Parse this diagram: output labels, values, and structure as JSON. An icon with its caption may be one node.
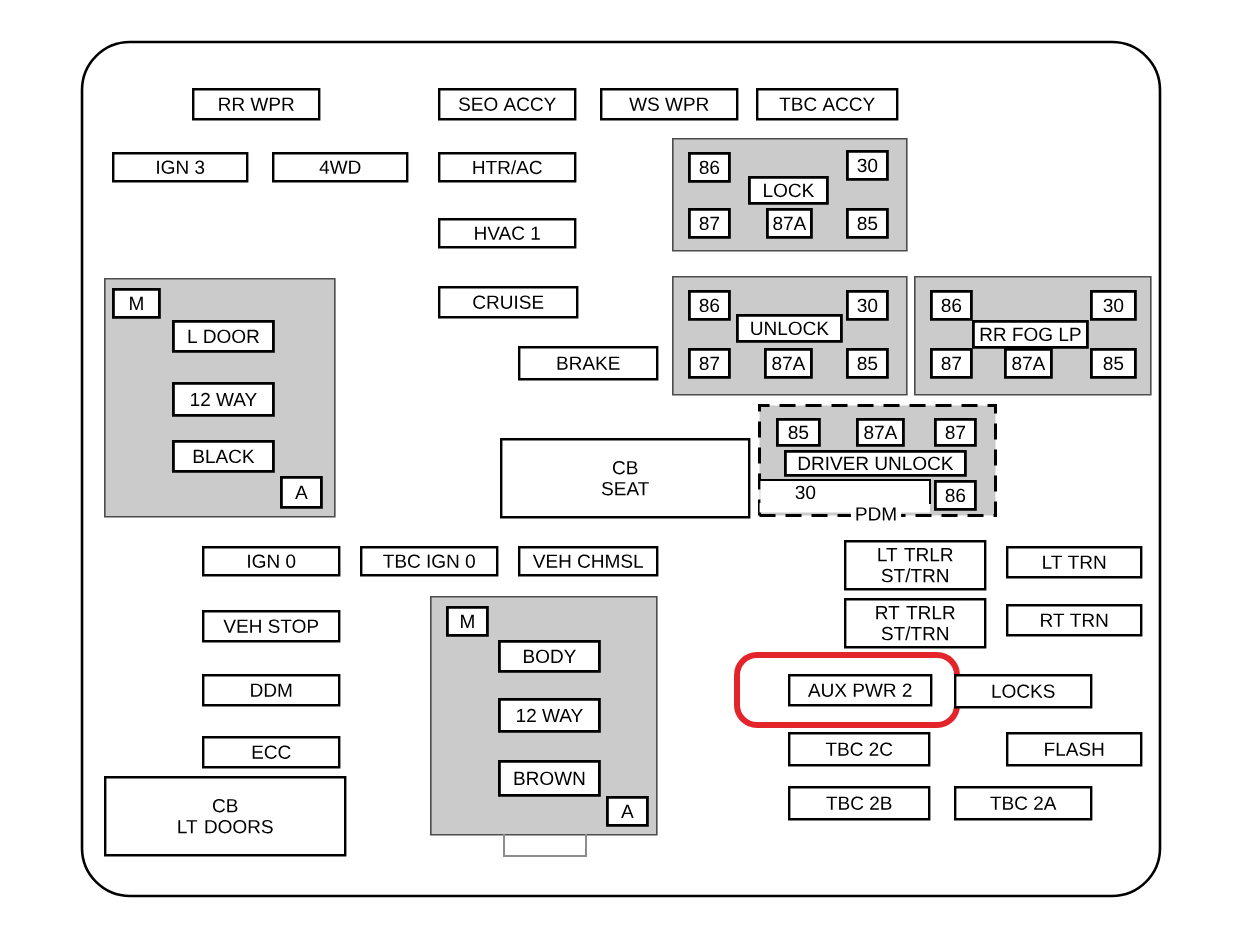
{
  "diagram": {
    "nodes": [
      {
        "text": [
          "RR WPR"
        ]
      },
      {
        "text": [
          "SEO ACCY"
        ]
      },
      {
        "text": [
          "WS WPR"
        ]
      },
      {
        "text": [
          "TBC ACCY"
        ]
      },
      {
        "text": [
          "IGN 3"
        ]
      },
      {
        "text": [
          "4WD"
        ]
      },
      {
        "text": [
          "HTR/AC"
        ]
      },
      {
        "text": [],
        "shape": "box"
      },
      {
        "text": [
          "86"
        ],
        "in": 7
      },
      {
        "text": [
          "30"
        ],
        "in": 7
      },
      {
        "text": [
          "LOCK"
        ],
        "in": 7
      },
      {
        "text": [
          "87"
        ],
        "in": 7
      },
      {
        "text": [
          "87A"
        ],
        "in": 7
      },
      {
        "text": [
          "85"
        ],
        "in": 7
      },
      {
        "text": [
          "HVAC 1"
        ]
      },
      {
        "text": [],
        "shape": "box"
      },
      {
        "text": [
          "M"
        ],
        "in": 15
      },
      {
        "text": [
          "L DOOR"
        ],
        "in": 15
      },
      {
        "text": [
          "12 WAY"
        ],
        "in": 15
      },
      {
        "text": [
          "BLACK"
        ],
        "in": 15
      },
      {
        "text": [
          "A"
        ],
        "in": 15
      },
      {
        "text": [
          "CRUISE"
        ]
      },
      {
        "text": [],
        "shape": "box"
      },
      {
        "text": [
          "86"
        ],
        "in": 22
      },
      {
        "text": [
          "30"
        ],
        "in": 22
      },
      {
        "text": [
          "UNLOCK"
        ],
        "in": 22
      },
      {
        "text": [
          "87"
        ],
        "in": 22
      },
      {
        "text": [
          "87A"
        ],
        "in": 22
      },
      {
        "text": [
          "85"
        ],
        "in": 22
      },
      {
        "text": [],
        "shape": "box"
      },
      {
        "text": [
          "86"
        ],
        "in": 29
      },
      {
        "text": [
          "30"
        ],
        "in": 29
      },
      {
        "text": [
          "RR FOG LP"
        ],
        "in": 29
      },
      {
        "text": [
          "87"
        ],
        "in": 29
      },
      {
        "text": [
          "87A"
        ],
        "in": 29
      },
      {
        "text": [
          "85"
        ],
        "in": 29
      },
      {
        "text": [
          "BRAKE"
        ]
      },
      {
        "text": [
          "CB SEAT"
        ]
      },
      {
        "text": [
          "PDM"
        ]
      },
      {
        "text": [
          "85"
        ],
        "in": 38
      },
      {
        "text": [
          "87A"
        ],
        "in": 38
      },
      {
        "text": [
          "87"
        ],
        "in": 38
      },
      {
        "text": [
          "DRIVER UNLOCK"
        ],
        "in": 38
      },
      {
        "text": [
          "30"
        ],
        "in": 38
      },
      {
        "text": [
          "86"
        ],
        "in": 38
      },
      {
        "text": [
          "IGN 0"
        ]
      },
      {
        "text": [
          "TBC IGN 0"
        ]
      },
      {
        "text": [
          "VEH CHMSL"
        ]
      },
      {
        "text": [
          "LT TRLR ST/TRN"
        ]
      },
      {
        "text": [
          "LT TRN"
        ]
      },
      {
        "text": [],
        "shape": "box"
      },
      {
        "text": [
          "M"
        ],
        "in": 50
      },
      {
        "text": [
          "BODY"
        ],
        "in": 50
      },
      {
        "text": [
          "12 WAY"
        ],
        "in": 50
      },
      {
        "text": [
          "BROWN"
        ],
        "in": 50
      },
      {
        "text": [
          "A"
        ],
        "in": 50
      },
      {
        "text": [
          "VEH STOP"
        ]
      },
      {
        "text": [
          "RT TRLR ST/TRN"
        ]
      },
      {
        "text": [
          "RT TRN"
        ]
      },
      {
        "text": [
          "DDM"
        ]
      },
      {
        "text": [],
        "shape": "box"
      },
      {
        "text": [
          "AUX PWR 2"
        ],
        "in": 60
      },
      {
        "text": [
          "LOCKS"
        ]
      },
      {
        "text": [
          "ECC"
        ]
      },
      {
        "text": [
          "TBC 2C"
        ]
      },
      {
        "text": [
          "FLASH"
        ]
      },
      {
        "text": [
          "CB LT DOORS"
        ]
      },
      {
        "text": [
          "TBC 2B"
        ]
      },
      {
        "text": [
          "TBC 2A"
        ]
      }
    ]
  }
}
